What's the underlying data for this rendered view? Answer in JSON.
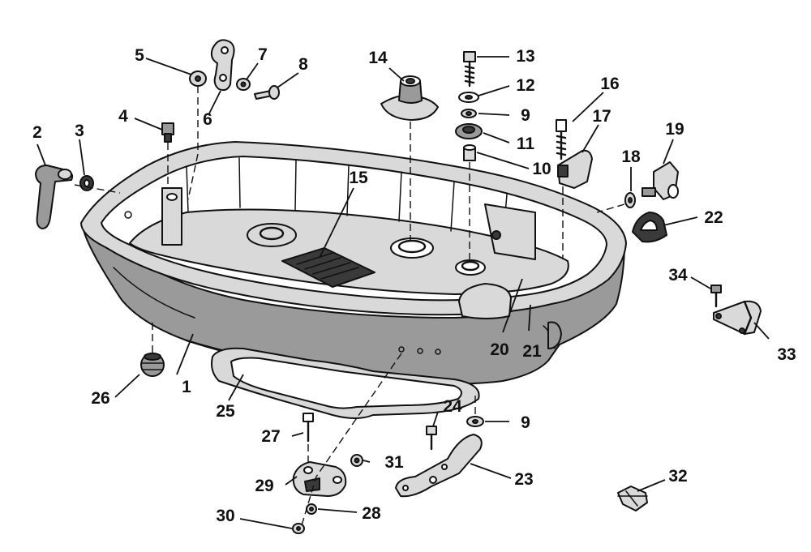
{
  "diagram": {
    "callouts": {
      "c1": "1",
      "c2": "2",
      "c3": "3",
      "c4": "4",
      "c5": "5",
      "c6": "6",
      "c7": "7",
      "c8": "8",
      "c9a": "9",
      "c9b": "9",
      "c10": "10",
      "c11": "11",
      "c12": "12",
      "c13": "13",
      "c14": "14",
      "c15": "15",
      "c16": "16",
      "c17": "17",
      "c18": "18",
      "c19": "19",
      "c20": "20",
      "c21": "21",
      "c22": "22",
      "c23": "23",
      "c24": "24",
      "c25": "25",
      "c26": "26",
      "c27": "27",
      "c28": "28",
      "c29": "29",
      "c30": "30",
      "c31": "31",
      "c32": "32",
      "c33": "33",
      "c34": "34"
    }
  }
}
